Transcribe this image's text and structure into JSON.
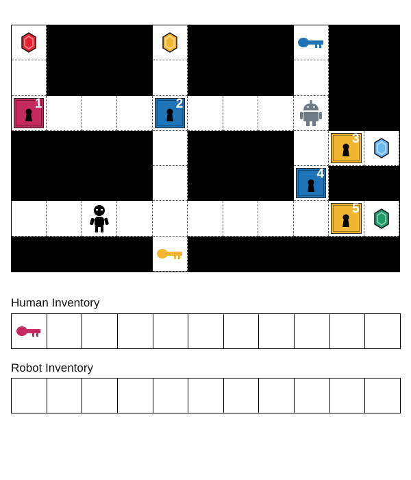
{
  "grid": {
    "cols": 11,
    "rows": 7,
    "layout": [
      "GWWWGWWWKWW",
      "FWWWFWWWFWW",
      "DFFFDFFFRWW",
      "WWWWFWWWFDG",
      "WWWWFWWWDWW",
      "FFHFFFFFFDG",
      "WWWWKWWWWWW"
    ],
    "objects": [
      {
        "row": 0,
        "col": 0,
        "type": "gem",
        "color": "#e8232f",
        "icon": "gem-icon"
      },
      {
        "row": 0,
        "col": 4,
        "type": "gem",
        "color": "#f2b632",
        "icon": "gem-icon"
      },
      {
        "row": 0,
        "col": 8,
        "type": "key",
        "color": "#1f73b7",
        "icon": "key-icon"
      },
      {
        "row": 2,
        "col": 0,
        "type": "door",
        "color": "#c42a5f",
        "label": "1",
        "icon": "keyhole-icon"
      },
      {
        "row": 2,
        "col": 4,
        "type": "door",
        "color": "#1f73b7",
        "label": "2",
        "icon": "keyhole-icon"
      },
      {
        "row": 2,
        "col": 8,
        "type": "robot",
        "color": "#6f7a87",
        "icon": "robot-icon"
      },
      {
        "row": 3,
        "col": 9,
        "type": "door",
        "color": "#f2b632",
        "label": "3",
        "icon": "keyhole-icon"
      },
      {
        "row": 3,
        "col": 10,
        "type": "gem",
        "color": "#6cb8f0",
        "icon": "gem-icon"
      },
      {
        "row": 4,
        "col": 8,
        "type": "door",
        "color": "#1f73b7",
        "label": "4",
        "icon": "keyhole-icon"
      },
      {
        "row": 5,
        "col": 2,
        "type": "human",
        "color": "#000000",
        "icon": "human-icon"
      },
      {
        "row": 5,
        "col": 9,
        "type": "door",
        "color": "#f2b632",
        "label": "5",
        "icon": "keyhole-icon"
      },
      {
        "row": 5,
        "col": 10,
        "type": "gem",
        "color": "#1f9a6a",
        "icon": "gem-icon"
      },
      {
        "row": 6,
        "col": 4,
        "type": "key",
        "color": "#f2b632",
        "icon": "key-icon"
      }
    ]
  },
  "human_inventory": {
    "title": "Human Inventory",
    "slots": 11,
    "items": [
      {
        "slot": 0,
        "type": "key",
        "color": "#c42a5f",
        "icon": "key-icon"
      }
    ]
  },
  "robot_inventory": {
    "title": "Robot Inventory",
    "slots": 11,
    "items": []
  }
}
